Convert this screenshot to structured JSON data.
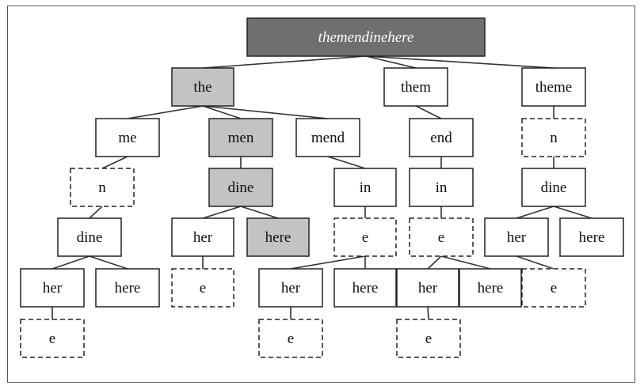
{
  "colors": {
    "root_fill": "#6f6f6f",
    "highlight_fill": "#c3c3c3",
    "normal_fill": "#ffffff",
    "border": "#222222",
    "edge": "#333333"
  },
  "nodes": [
    {
      "id": "root",
      "label": "themendinehere",
      "style": "root"
    },
    {
      "id": "the",
      "label": "the",
      "style": "highlight"
    },
    {
      "id": "them",
      "label": "them",
      "style": "normal"
    },
    {
      "id": "theme",
      "label": "theme",
      "style": "normal"
    },
    {
      "id": "me",
      "label": "me",
      "style": "normal"
    },
    {
      "id": "men",
      "label": "men",
      "style": "highlight"
    },
    {
      "id": "mend",
      "label": "mend",
      "style": "normal"
    },
    {
      "id": "end",
      "label": "end",
      "style": "normal"
    },
    {
      "id": "n_theme",
      "label": "n",
      "style": "dashed"
    },
    {
      "id": "n_me",
      "label": "n",
      "style": "dashed"
    },
    {
      "id": "dine_men",
      "label": "dine",
      "style": "highlight"
    },
    {
      "id": "in_mend",
      "label": "in",
      "style": "normal"
    },
    {
      "id": "in_end",
      "label": "in",
      "style": "normal"
    },
    {
      "id": "dine_theme",
      "label": "dine",
      "style": "normal"
    },
    {
      "id": "dine_me",
      "label": "dine",
      "style": "normal"
    },
    {
      "id": "her_men",
      "label": "her",
      "style": "normal"
    },
    {
      "id": "here_men",
      "label": "here",
      "style": "highlight"
    },
    {
      "id": "e_mend",
      "label": "e",
      "style": "dashed"
    },
    {
      "id": "e_end",
      "label": "e",
      "style": "dashed"
    },
    {
      "id": "her_theme",
      "label": "her",
      "style": "normal"
    },
    {
      "id": "here_theme",
      "label": "here",
      "style": "normal"
    },
    {
      "id": "her_me",
      "label": "her",
      "style": "normal"
    },
    {
      "id": "here_me",
      "label": "here",
      "style": "normal"
    },
    {
      "id": "e_her_men",
      "label": "e",
      "style": "dashed"
    },
    {
      "id": "her_mend",
      "label": "her",
      "style": "normal"
    },
    {
      "id": "here_mend",
      "label": "here",
      "style": "normal"
    },
    {
      "id": "her_end",
      "label": "her",
      "style": "normal"
    },
    {
      "id": "here_end",
      "label": "here",
      "style": "normal"
    },
    {
      "id": "e_her_theme",
      "label": "e",
      "style": "dashed"
    },
    {
      "id": "e_her_me",
      "label": "e",
      "style": "dashed"
    },
    {
      "id": "e_her_mend",
      "label": "e",
      "style": "dashed"
    },
    {
      "id": "e_her_end",
      "label": "e",
      "style": "dashed"
    }
  ],
  "edges": [
    [
      "root",
      "the"
    ],
    [
      "root",
      "them"
    ],
    [
      "root",
      "theme"
    ],
    [
      "the",
      "me"
    ],
    [
      "the",
      "men"
    ],
    [
      "the",
      "mend"
    ],
    [
      "them",
      "end"
    ],
    [
      "theme",
      "n_theme"
    ],
    [
      "me",
      "n_me"
    ],
    [
      "men",
      "dine_men"
    ],
    [
      "mend",
      "in_mend"
    ],
    [
      "end",
      "in_end"
    ],
    [
      "n_theme",
      "dine_theme"
    ],
    [
      "n_me",
      "dine_me"
    ],
    [
      "dine_men",
      "her_men"
    ],
    [
      "dine_men",
      "here_men"
    ],
    [
      "in_mend",
      "e_mend"
    ],
    [
      "in_end",
      "e_end"
    ],
    [
      "dine_theme",
      "her_theme"
    ],
    [
      "dine_theme",
      "here_theme"
    ],
    [
      "dine_me",
      "her_me"
    ],
    [
      "dine_me",
      "here_me"
    ],
    [
      "her_men",
      "e_her_men"
    ],
    [
      "e_mend",
      "her_mend"
    ],
    [
      "e_mend",
      "here_mend"
    ],
    [
      "e_end",
      "her_end"
    ],
    [
      "e_end",
      "here_end"
    ],
    [
      "her_theme",
      "e_her_theme"
    ],
    [
      "her_me",
      "e_her_me"
    ],
    [
      "her_mend",
      "e_her_mend"
    ],
    [
      "her_end",
      "e_her_end"
    ]
  ]
}
